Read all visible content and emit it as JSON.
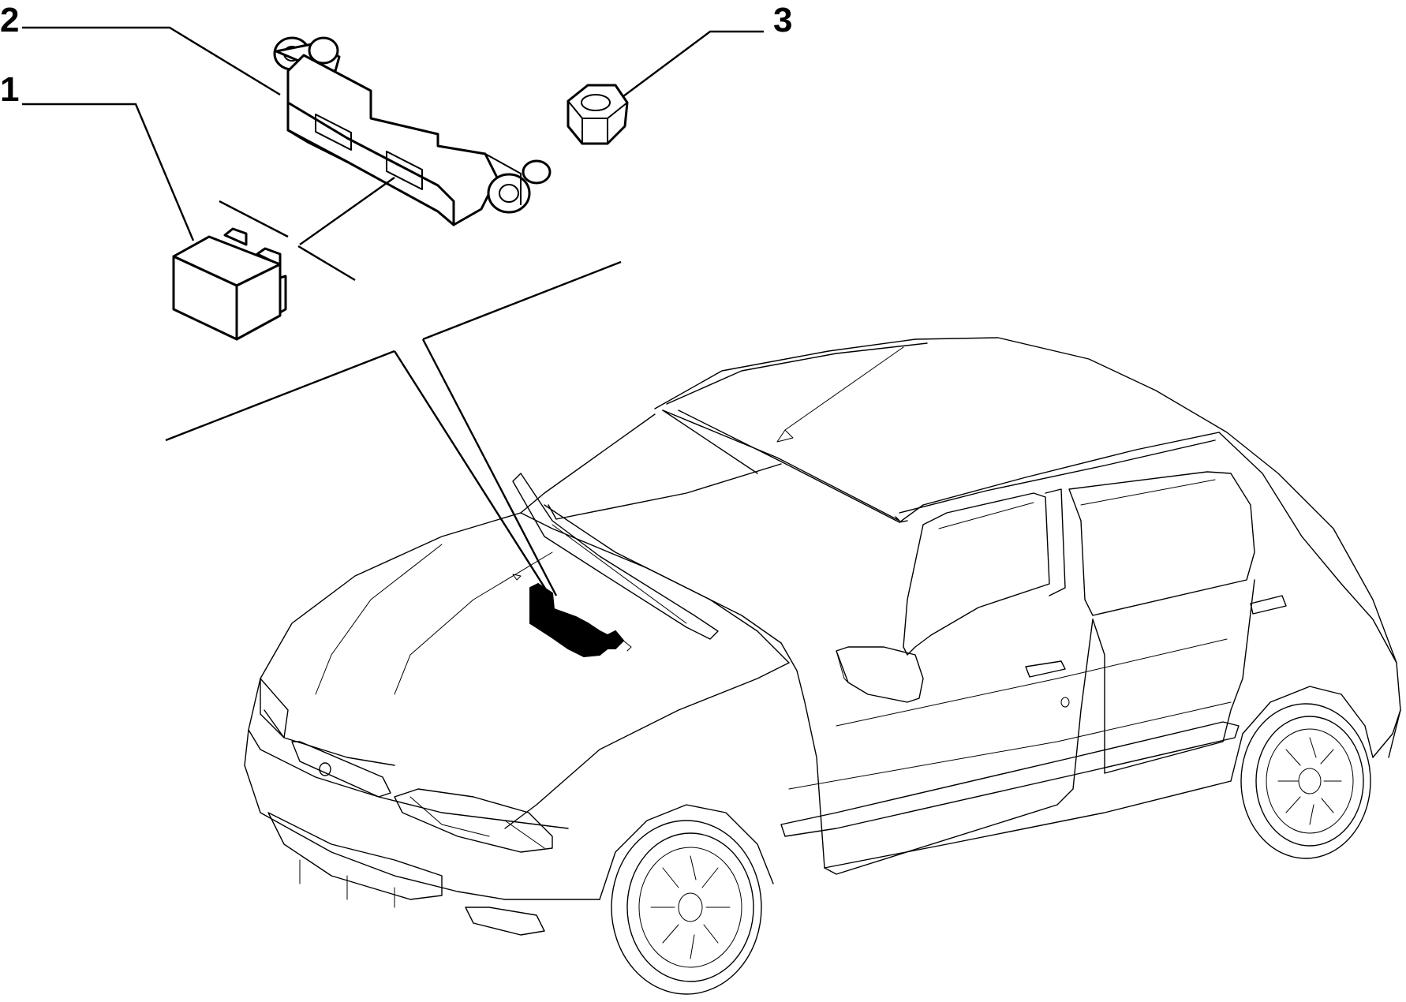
{
  "callouts": [
    {
      "id": "1",
      "label": "1"
    },
    {
      "id": "2",
      "label": "2"
    },
    {
      "id": "3",
      "label": "3"
    }
  ],
  "colors": {
    "line": "#000000",
    "background": "#ffffff",
    "highlight": "#000000"
  },
  "icons": {
    "part_1": "relay-module-icon",
    "part_2": "mounting-bracket-icon",
    "part_3": "hex-nut-icon",
    "vehicle": "hatchback-car-icon"
  }
}
